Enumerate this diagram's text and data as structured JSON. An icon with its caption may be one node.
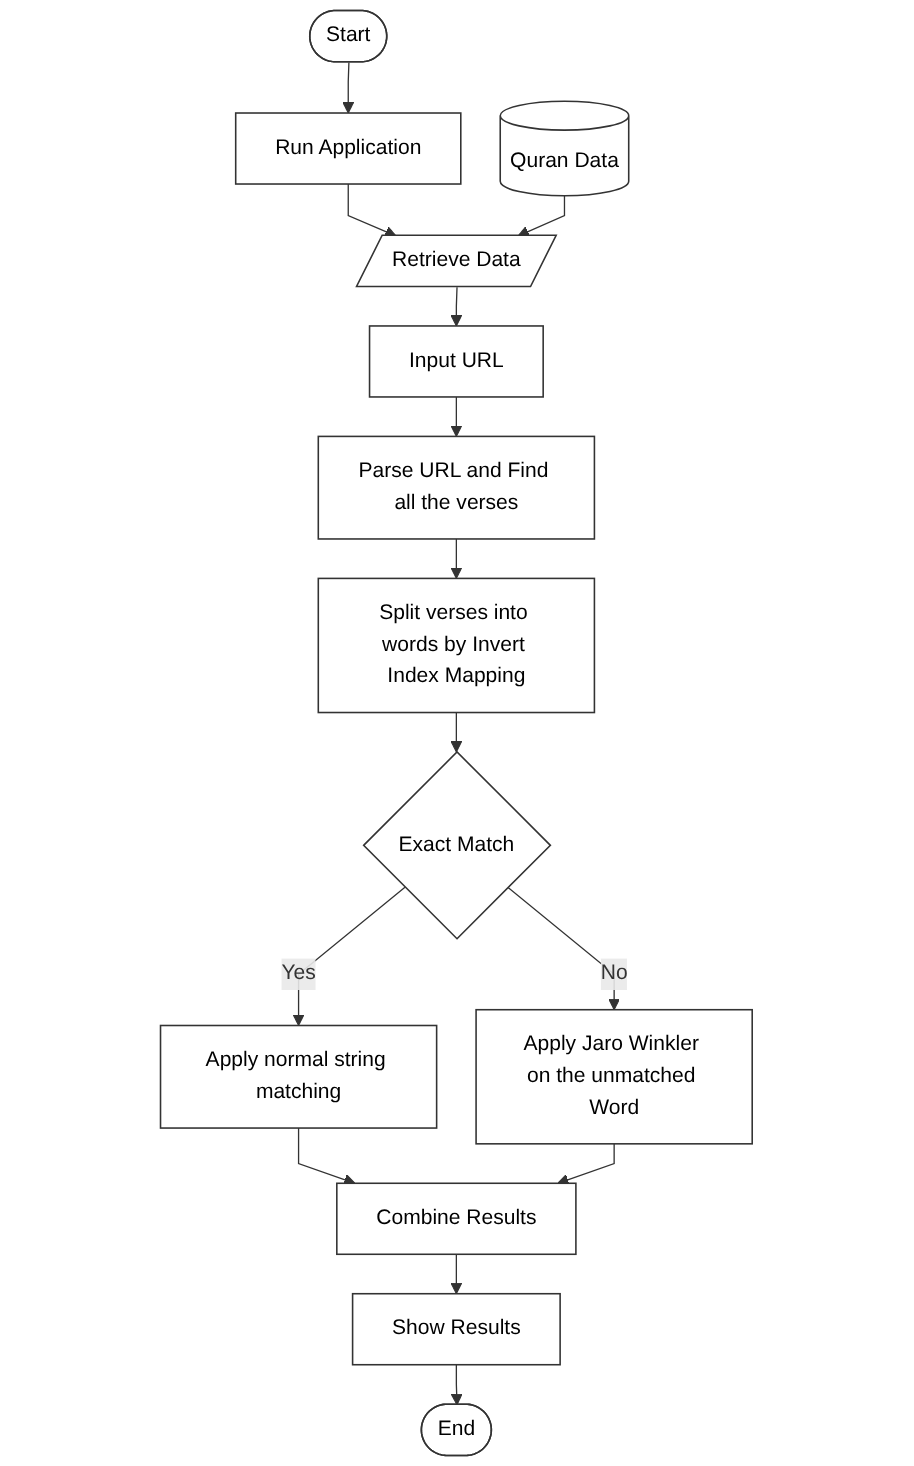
{
  "diagram": {
    "nodes": [
      {
        "text": [
          "Start"
        ]
      },
      {
        "text": [
          "Run Application"
        ]
      },
      {
        "text": [
          "Quran Data"
        ]
      },
      {
        "text": [
          "Retrieve Data"
        ]
      },
      {
        "text": [
          "Input URL"
        ]
      },
      {
        "text": [
          "Parse URL and Find all the verses"
        ]
      },
      {
        "text": [
          "Split verses into words by Invert Index Mapping"
        ]
      },
      {
        "text": [
          "Exact Match"
        ]
      },
      {
        "text": [
          "Apply normal string matching"
        ]
      },
      {
        "text": [
          "Apply Jaro Winkler on the unmatched Word"
        ]
      },
      {
        "text": [
          "Combine Results"
        ]
      },
      {
        "text": [
          "Show Results"
        ]
      },
      {
        "text": [
          "End"
        ]
      }
    ],
    "edges": [
      {
        "from": 0,
        "to": 1,
        "arrow": "to"
      },
      {
        "from": 1,
        "to": 3,
        "arrow": "to"
      },
      {
        "from": 2,
        "to": 3,
        "arrow": "to"
      },
      {
        "from": 3,
        "to": 4,
        "arrow": "to"
      },
      {
        "from": 4,
        "to": 5,
        "arrow": "to"
      },
      {
        "from": 5,
        "to": 6,
        "arrow": "to"
      },
      {
        "from": 6,
        "to": 7,
        "arrow": "to"
      },
      {
        "from": 7,
        "to": 8,
        "label": "Yes",
        "arrow": "to"
      },
      {
        "from": 7,
        "to": 9,
        "label": "No",
        "arrow": "to"
      },
      {
        "from": 8,
        "to": 10,
        "arrow": "to"
      },
      {
        "from": 9,
        "to": 10,
        "arrow": "to"
      },
      {
        "from": 10,
        "to": 11,
        "arrow": "to"
      },
      {
        "from": 11,
        "to": 12,
        "arrow": "to"
      }
    ]
  }
}
